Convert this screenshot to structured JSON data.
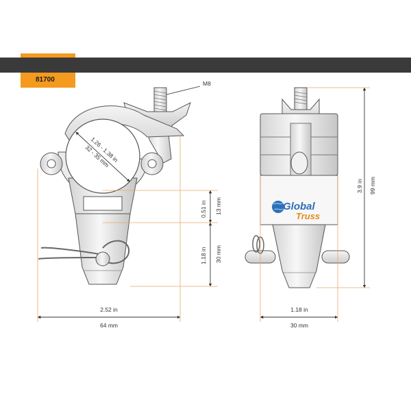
{
  "product": {
    "code": "81700"
  },
  "colors": {
    "accent": "#f39a1f",
    "bar": "#3a3a3a",
    "logo_blue": "#2e6fb7",
    "logo_orange": "#e58a1c",
    "dim_line": "#e6a768"
  },
  "labels": {
    "bolt": "M8",
    "tube_in": "1.26 - 1.38 in",
    "tube_mm": "32 - 35 mm",
    "front_width_in": "2.52 in",
    "front_width_mm": "64 mm",
    "gap_in": "0.51 in",
    "gap_mm": "13 mm",
    "spigot_in": "1.18 in",
    "spigot_mm": "30 mm",
    "height_in": "3.9 in",
    "height_mm": "99 mm",
    "side_width_in": "1.18 in",
    "side_width_mm": "30 mm"
  },
  "logo": {
    "word1": "Global",
    "word2": "Truss",
    "icon": "globe-icon"
  }
}
